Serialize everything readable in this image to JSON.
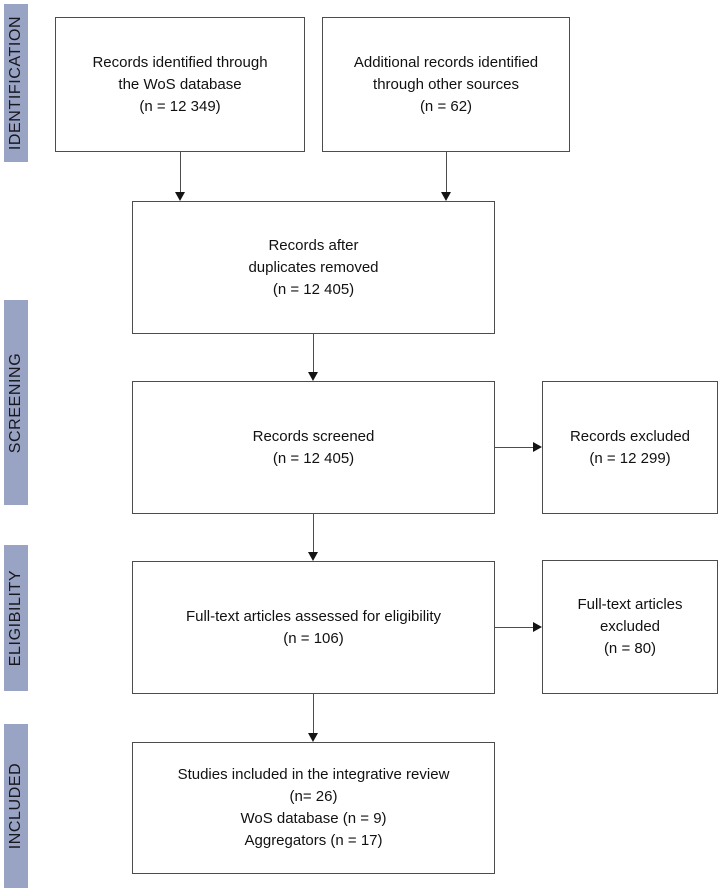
{
  "colors": {
    "band_bg": "#99a3c4",
    "band_text": "#17171d",
    "box_border": "#4d4d4d",
    "arrow": "#4d4d4d",
    "arrowhead": "#141414",
    "box_text": "#111111",
    "background": "#ffffff"
  },
  "stages": [
    {
      "label": "IDENTIFICATION"
    },
    {
      "label": "SCREENING"
    },
    {
      "label": "ELIGIBILITY"
    },
    {
      "label": "INCLUDED"
    }
  ],
  "boxes": {
    "identified_wos": {
      "lines": [
        "Records identified through",
        "the WoS database",
        "(n = 12 349)"
      ]
    },
    "additional_sources": {
      "lines": [
        "Additional records identified",
        "through other sources",
        "(n = 62)"
      ]
    },
    "after_duplicates": {
      "lines": [
        "Records after",
        "duplicates removed",
        "(n = 12 405)"
      ]
    },
    "screened": {
      "lines": [
        "Records screened",
        "(n = 12 405)"
      ]
    },
    "records_excluded": {
      "lines": [
        "Records excluded",
        "(n = 12 299)"
      ]
    },
    "fulltext_assessed": {
      "lines": [
        "Full-text articles assessed for eligibility",
        "(n = 106)"
      ]
    },
    "fulltext_excluded": {
      "lines": [
        "Full-text articles",
        "excluded",
        "(n = 80)"
      ]
    },
    "included_studies": {
      "lines": [
        "Studies included in the integrative review",
        "(n= 26)",
        "WoS database (n = 9)",
        "Aggregators (n = 17)"
      ]
    }
  }
}
